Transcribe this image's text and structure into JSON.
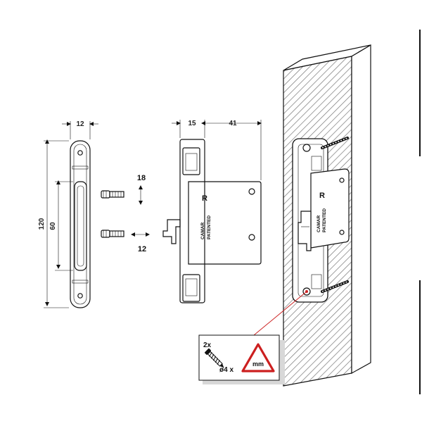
{
  "colors": {
    "line": "#111111",
    "hatch": "#777777",
    "callout": "#cc2222",
    "warning": "#cc1f1f",
    "shadow": "#d8d8d8"
  },
  "striker_plate": {
    "dim_width": "12",
    "dim_total_height": "120",
    "dim_slot_height": "60"
  },
  "bracket": {
    "dim_offset": "15",
    "dim_depth": "41",
    "side_mark": "R",
    "brand": "CAMAR",
    "patent_label": "PATENTED"
  },
  "adjustment": {
    "vertical_value": "18",
    "horizontal_value": "12"
  },
  "installation": {
    "side_mark": "R",
    "brand": "CAMAR",
    "patent_label": "PATENTED"
  },
  "screw_callout": {
    "quantity": "2x",
    "diameter": "ø4 x",
    "unit": "mm"
  }
}
